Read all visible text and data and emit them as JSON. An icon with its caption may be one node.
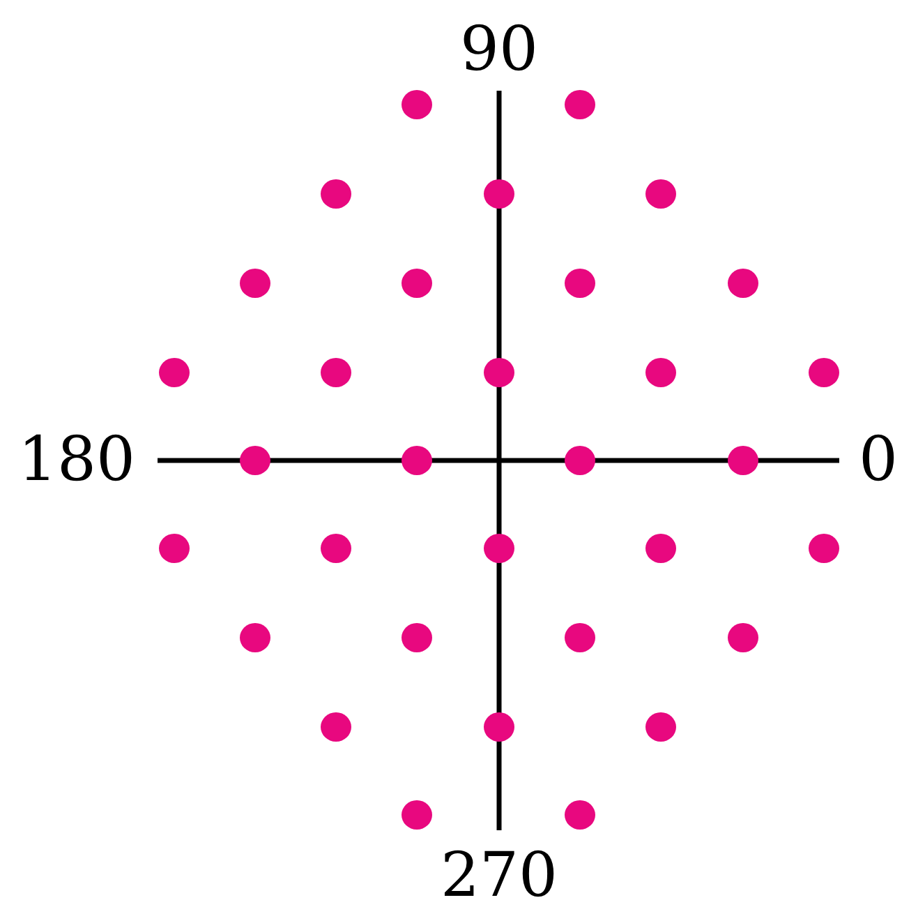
{
  "diagram": {
    "labels": [
      "90",
      "180",
      "0",
      "270"
    ]
  }
}
